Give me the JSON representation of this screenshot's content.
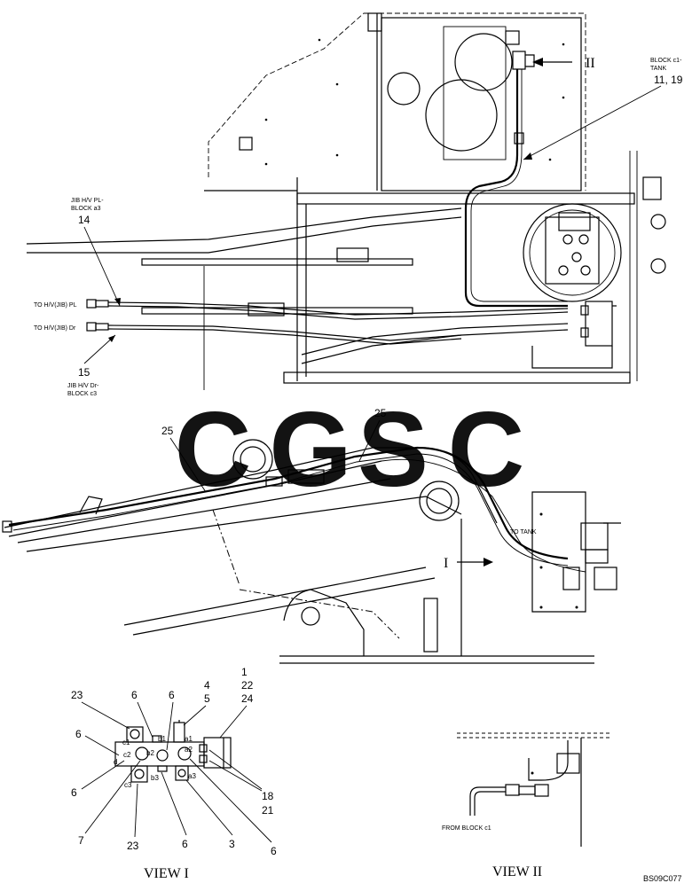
{
  "labels": {
    "block_c1_tank": [
      "BLOCK c1-",
      "TANK"
    ],
    "ref_11_19": "11, 19",
    "view2_arrow": "II",
    "jib_pl": [
      "JIB H/V PL-",
      "BLOCK a3"
    ],
    "ref_14": "14",
    "to_hv_pl": "TO H/V(JIB) PL",
    "to_hv_dr": "TO H/V(JIB) Dr",
    "ref_15": "15",
    "jib_dr": [
      "JIB H/V Dr-",
      "BLOCK c3"
    ],
    "ref_25_left": "25",
    "ref_25_right": "25",
    "to_tank": "TO TANK",
    "view1_arrow": "I",
    "from_block_c1": "FROM BLOCK c1"
  },
  "watermark": {
    "letters": [
      "C",
      "G",
      "S",
      "C"
    ],
    "colors": [
      "#7aaaf5",
      "#f29a92",
      "#f6d36b",
      "#7cc89a"
    ]
  },
  "view1": {
    "title": "VIEW I",
    "ports": [
      "c1",
      "b1",
      "a1",
      "c2",
      "b2",
      "a2",
      "d",
      "c3",
      "b3",
      "a3"
    ],
    "callouts": [
      "23",
      "6",
      "6",
      "4",
      "5",
      "1",
      "22",
      "24",
      "6",
      "6",
      "7",
      "23",
      "6",
      "3",
      "6",
      "18",
      "21"
    ]
  },
  "view2": {
    "title": "VIEW II"
  },
  "drawing_code": "BS09C077"
}
